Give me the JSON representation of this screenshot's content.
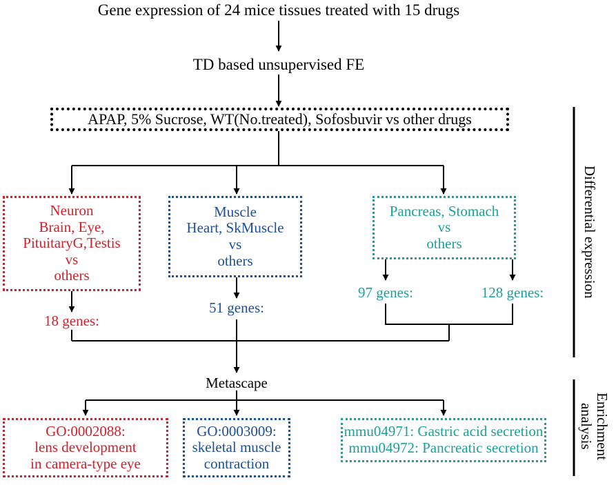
{
  "title": "Gene expression of 24 mice tissues treated with 15 drugs",
  "step_fe": "TD based unsupervised FE",
  "selection": "APAP,  5% Sucrose, WT(No.treated), Sofosbuvir vs other drugs",
  "groups": {
    "neuron": [
      "Neuron",
      "Brain, Eye,",
      "PituitaryG,Testis",
      "vs",
      "others"
    ],
    "muscle": [
      "Muscle",
      "Heart, SkMuscle",
      "vs",
      "others"
    ],
    "pancreas": [
      "Pancreas, Stomach",
      "vs",
      "others"
    ]
  },
  "genes": {
    "neuron": "18 genes:",
    "muscle": "51 genes:",
    "pancreas_a": "97 genes:",
    "pancreas_b": "128 genes:"
  },
  "metascape": "Metascape",
  "enrichment": {
    "neuron": [
      "GO:0002088:",
      "lens development",
      "in camera-type eye"
    ],
    "muscle": [
      "GO:0003009:",
      "skeletal muscle",
      "contraction"
    ],
    "pancreas": [
      "mmu04971: Gastric acid secretion",
      "mmu04972: Pancreatic secretion"
    ]
  },
  "side_labels": {
    "differential": "Differential expression",
    "enrichment_line1": "Enrichment",
    "enrichment_line2": "analysis"
  },
  "colors": {
    "neuron": "#d4202a",
    "muscle": "#1d4f9c",
    "pancreas": "#1aa19b",
    "neutral": "#000000"
  }
}
